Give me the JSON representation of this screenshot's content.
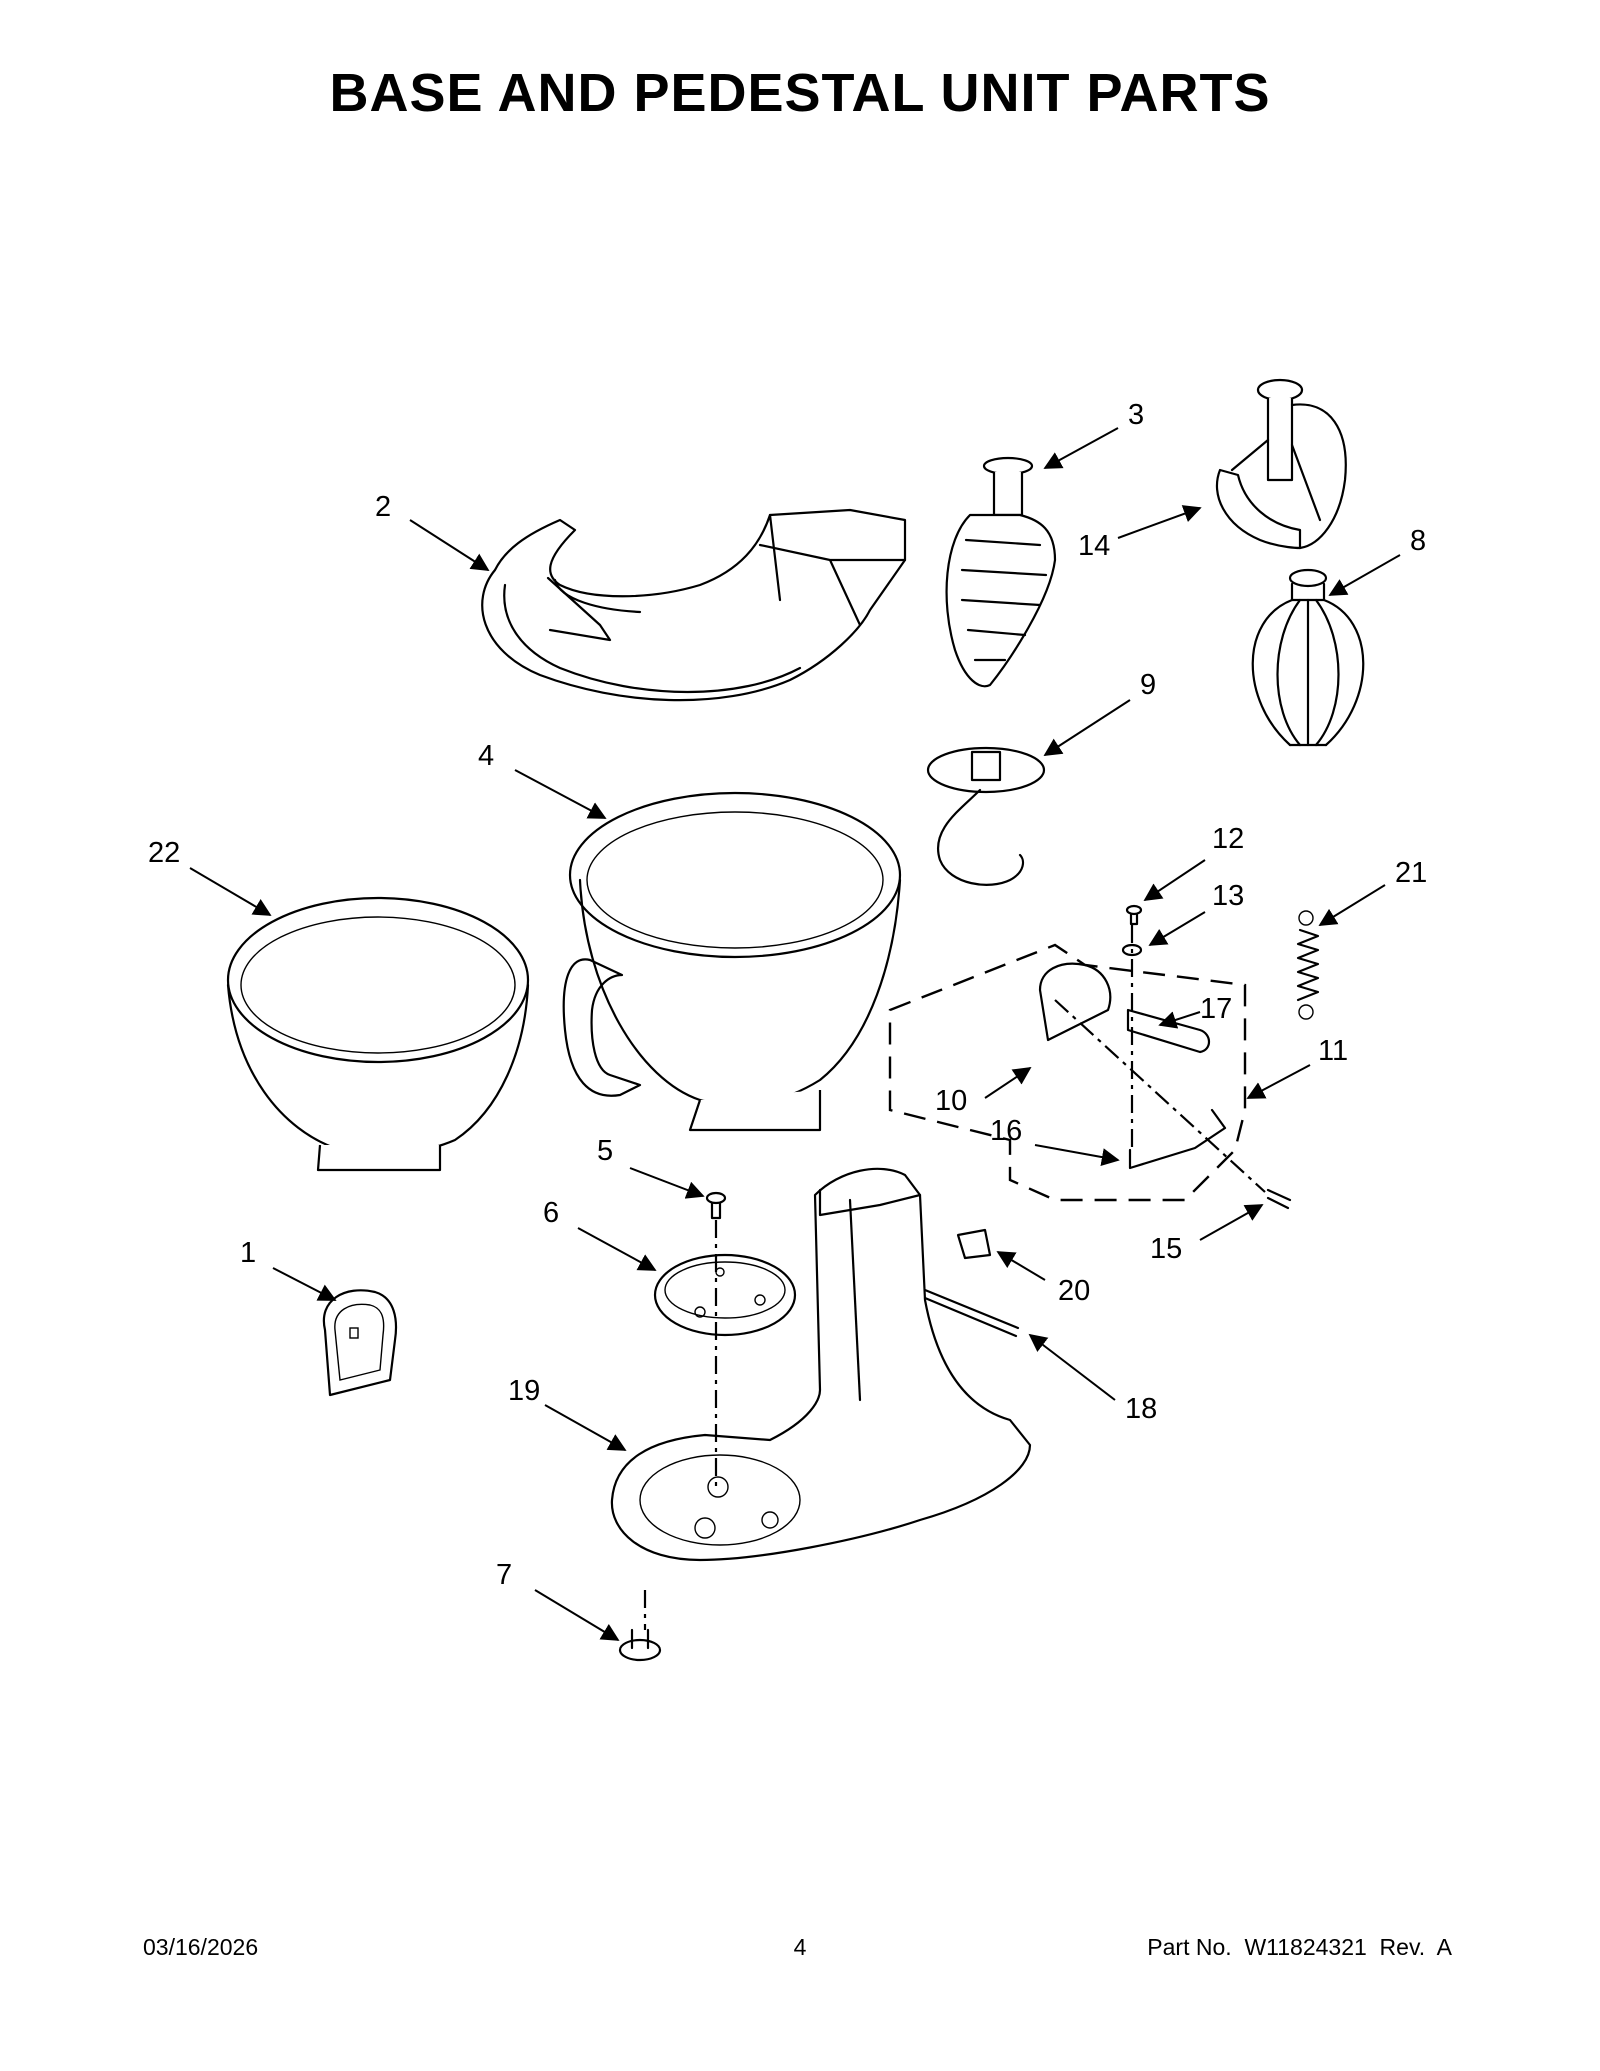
{
  "title": "BASE AND PEDESTAL UNIT PARTS",
  "callouts": [
    "1",
    "2",
    "3",
    "4",
    "5",
    "6",
    "7",
    "8",
    "9",
    "10",
    "11",
    "12",
    "13",
    "14",
    "15",
    "16",
    "17",
    "18",
    "19",
    "20",
    "21",
    "22"
  ],
  "footer": {
    "date": "03/16/2026",
    "page": "4",
    "part_no": "Part No.  W11824321  Rev.  A"
  }
}
